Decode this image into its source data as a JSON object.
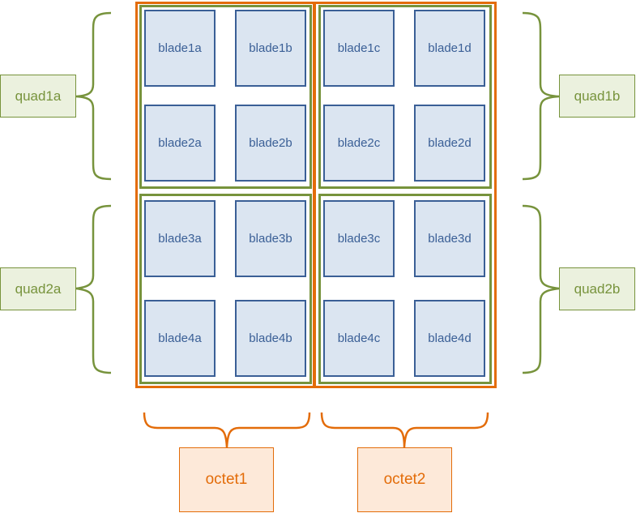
{
  "blades": {
    "r1": [
      "blade1a",
      "blade1b",
      "blade1c",
      "blade1d"
    ],
    "r2": [
      "blade2a",
      "blade2b",
      "blade2c",
      "blade2d"
    ],
    "r3": [
      "blade3a",
      "blade3b",
      "blade3c",
      "blade3d"
    ],
    "r4": [
      "blade4a",
      "blade4b",
      "blade4c",
      "blade4d"
    ]
  },
  "quads": {
    "q1a": "quad1a",
    "q1b": "quad1b",
    "q2a": "quad2a",
    "q2b": "quad2b"
  },
  "octets": {
    "o1": "octet1",
    "o2": "octet2"
  },
  "colors": {
    "blade_fill": "#dbe5f1",
    "blade_border": "#3a5f96",
    "quad_green": "#77933c",
    "quad_fill": "#ebf1de",
    "octet_orange": "#e36c09",
    "octet_fill": "#fde9d9"
  }
}
